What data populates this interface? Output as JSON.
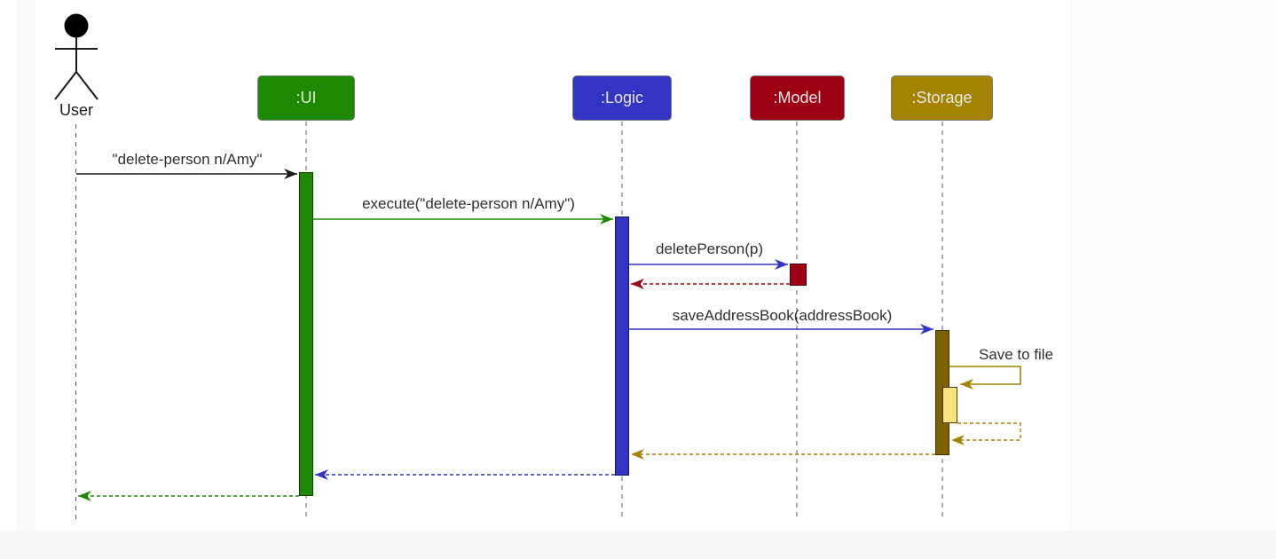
{
  "diagram": {
    "type": "uml-sequence-diagram",
    "actor": {
      "label": "User",
      "color": "#000000"
    },
    "participants": [
      {
        "label": ":UI",
        "color": "#1D8900"
      },
      {
        "label": ":Logic",
        "color": "#3333C4"
      },
      {
        "label": ":Model",
        "color": "#9D0012"
      },
      {
        "label": ":Storage",
        "color": "#A38300"
      }
    ],
    "messages": [
      {
        "label": "\"delete-person n/Amy\"",
        "from": "User",
        "to": ":UI",
        "style": "solid",
        "color": "#000000"
      },
      {
        "label": "execute(\"delete-person n/Amy\")",
        "from": ":UI",
        "to": ":Logic",
        "style": "solid",
        "color": "#1D8900"
      },
      {
        "label": "deletePerson(p)",
        "from": ":Logic",
        "to": ":Model",
        "style": "solid",
        "color": "#3333C4"
      },
      {
        "label": "",
        "from": ":Model",
        "to": ":Logic",
        "style": "dashed-return",
        "color": "#9D0012"
      },
      {
        "label": "saveAddressBook(addressBook)",
        "from": ":Logic",
        "to": ":Storage",
        "style": "solid",
        "color": "#3333C4"
      },
      {
        "label": "Save to file",
        "from": ":Storage",
        "to": ":Storage",
        "style": "self-call",
        "color": "#A38300"
      },
      {
        "label": "",
        "from": ":Storage",
        "to": ":Storage",
        "style": "dashed-self-return",
        "color": "#A38300"
      },
      {
        "label": "",
        "from": ":Storage",
        "to": ":Logic",
        "style": "dashed-return",
        "color": "#A38300"
      },
      {
        "label": "",
        "from": ":Logic",
        "to": ":UI",
        "style": "dashed-return",
        "color": "#3333C4"
      },
      {
        "label": "",
        "from": ":UI",
        "to": "User",
        "style": "dashed-return",
        "color": "#1D8900"
      }
    ],
    "activation_bar_colors": {
      "ui": "#1D8900",
      "logic": "#3333C4",
      "model": "#9D0012",
      "storage": "#7D6000",
      "storage_nested": "#FAE27F"
    }
  }
}
